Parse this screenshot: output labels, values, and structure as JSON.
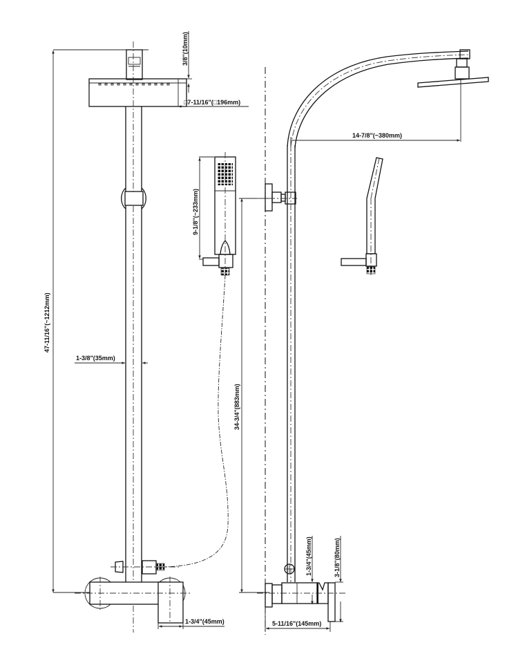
{
  "drawing": {
    "title": "Shower system dimension drawing",
    "views": [
      "front-view",
      "side-view"
    ],
    "colors": {
      "line": "#111111",
      "background": "#ffffff"
    }
  },
  "dimensions": {
    "total_height": "47-11/16\"(~1212mm)",
    "shower_head_thickness": "3/8\"(10mm)",
    "shower_head_size": "□7-11/16\"(□196mm)",
    "rail_diameter": "1-3/8\"(35mm)",
    "hand_shower_length": "9-1/8\"(~233mm)",
    "slide_rail_height": "34-3/4\"(883mm)",
    "arm_reach": "14-7/8\"(~380mm)",
    "handle_width": "1-3/4\"(45mm)",
    "valve_height_small": "1-3/4\"(45mm)",
    "valve_height_large": "3-1/8\"(80mm)",
    "valve_depth": "5-11/16\"(145mm)"
  }
}
